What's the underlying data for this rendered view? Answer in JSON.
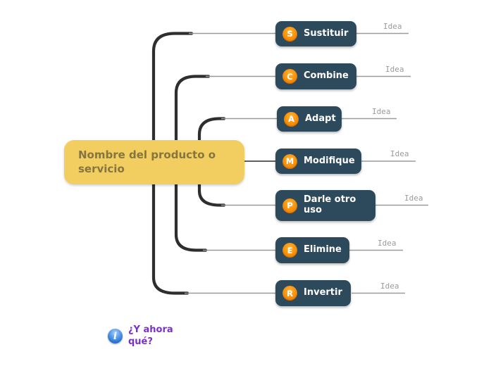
{
  "center": {
    "label": "Nombre del producto o servicio"
  },
  "nodes": [
    {
      "letter": "S",
      "label": "Sustituir",
      "idea": "Idea"
    },
    {
      "letter": "C",
      "label": "Combine",
      "idea": "Idea"
    },
    {
      "letter": "A",
      "label": "Adapt",
      "idea": "Idea"
    },
    {
      "letter": "M",
      "label": "Modifique",
      "idea": "Idea"
    },
    {
      "letter": "P",
      "label": "Darle otro uso",
      "idea": "Idea"
    },
    {
      "letter": "E",
      "label": "Elimine",
      "idea": "Idea"
    },
    {
      "letter": "R",
      "label": "Invertir",
      "idea": "Idea"
    }
  ],
  "footnote": {
    "label": "¿Y ahora qué?"
  },
  "colors": {
    "topic_background": "#2d4a5c",
    "topic_text": "#ffffff",
    "badge_orange": "#f78a00",
    "center_background": "#f2cd5f",
    "center_text": "#85753f",
    "connector_dark": "#2e2e2e",
    "connector_gray": "#999999",
    "idea_text": "#9b9b9b",
    "footnote_text": "#7b30cc",
    "info_icon_blue": "#2470d2"
  }
}
